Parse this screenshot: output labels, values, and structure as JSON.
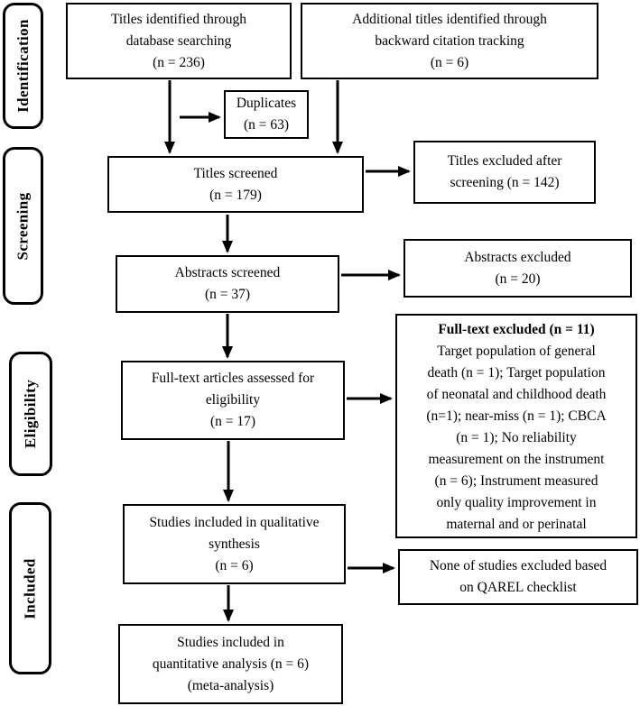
{
  "colors": {
    "ink": "#000000",
    "paper": "#ffffff"
  },
  "stages": [
    {
      "label": "Identification"
    },
    {
      "label": "Screening"
    },
    {
      "label": "Eligibility"
    },
    {
      "label": "Included"
    }
  ],
  "boxes": {
    "titles_identified": {
      "text": "Titles identified through\ndatabase searching\n(n = 236)"
    },
    "additional_titles": {
      "text": "Additional titles identified through\nbackward citation tracking\n(n = 6)"
    },
    "duplicates": {
      "text": "Duplicates\n(n = 63)"
    },
    "titles_screened": {
      "text": "Titles screened\n(n = 179)"
    },
    "titles_excluded": {
      "text": "Titles excluded after\nscreening (n = 142)"
    },
    "abstracts_screened": {
      "text": "Abstracts screened\n(n = 37)"
    },
    "abstracts_excluded": {
      "text": "Abstracts excluded\n(n = 20)"
    },
    "fulltext_assessed": {
      "text": "Full-text articles assessed for\neligibility\n(n = 17)"
    },
    "fulltext_excluded": {
      "title": "Full-text excluded (n = 11)",
      "details": "Target population of general\ndeath (n = 1); Target population\nof neonatal and childhood death\n(n=1); near-miss (n = 1); CBCA\n(n = 1); No reliability\nmeasurement on the instrument\n(n = 6); Instrument measured\nonly quality improvement in\nmaternal and or perinatal"
    },
    "qualitative": {
      "text": "Studies included in qualitative\nsynthesis\n(n = 6)"
    },
    "qarel": {
      "text": "None of studies excluded based\non QAREL checklist"
    },
    "quantitative": {
      "text": "Studies included in\nquantitative analysis (n = 6)\n(meta-analysis)"
    }
  }
}
